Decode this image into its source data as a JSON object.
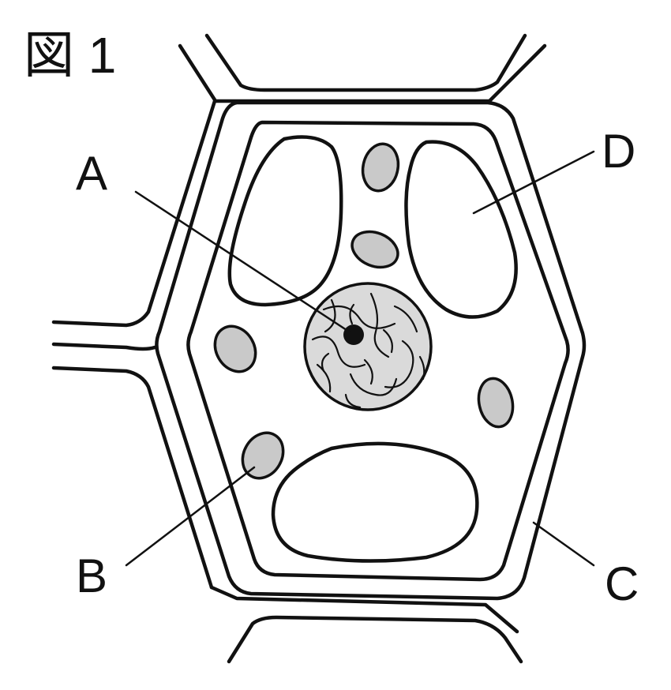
{
  "figure_title": "図 1",
  "labels": {
    "A": "A",
    "B": "B",
    "C": "C",
    "D": "D"
  },
  "colors": {
    "stroke": "#111111",
    "chloroplast_fill": "#c9c9c9",
    "nucleus_fill": "#dadada",
    "background": "#ffffff"
  }
}
